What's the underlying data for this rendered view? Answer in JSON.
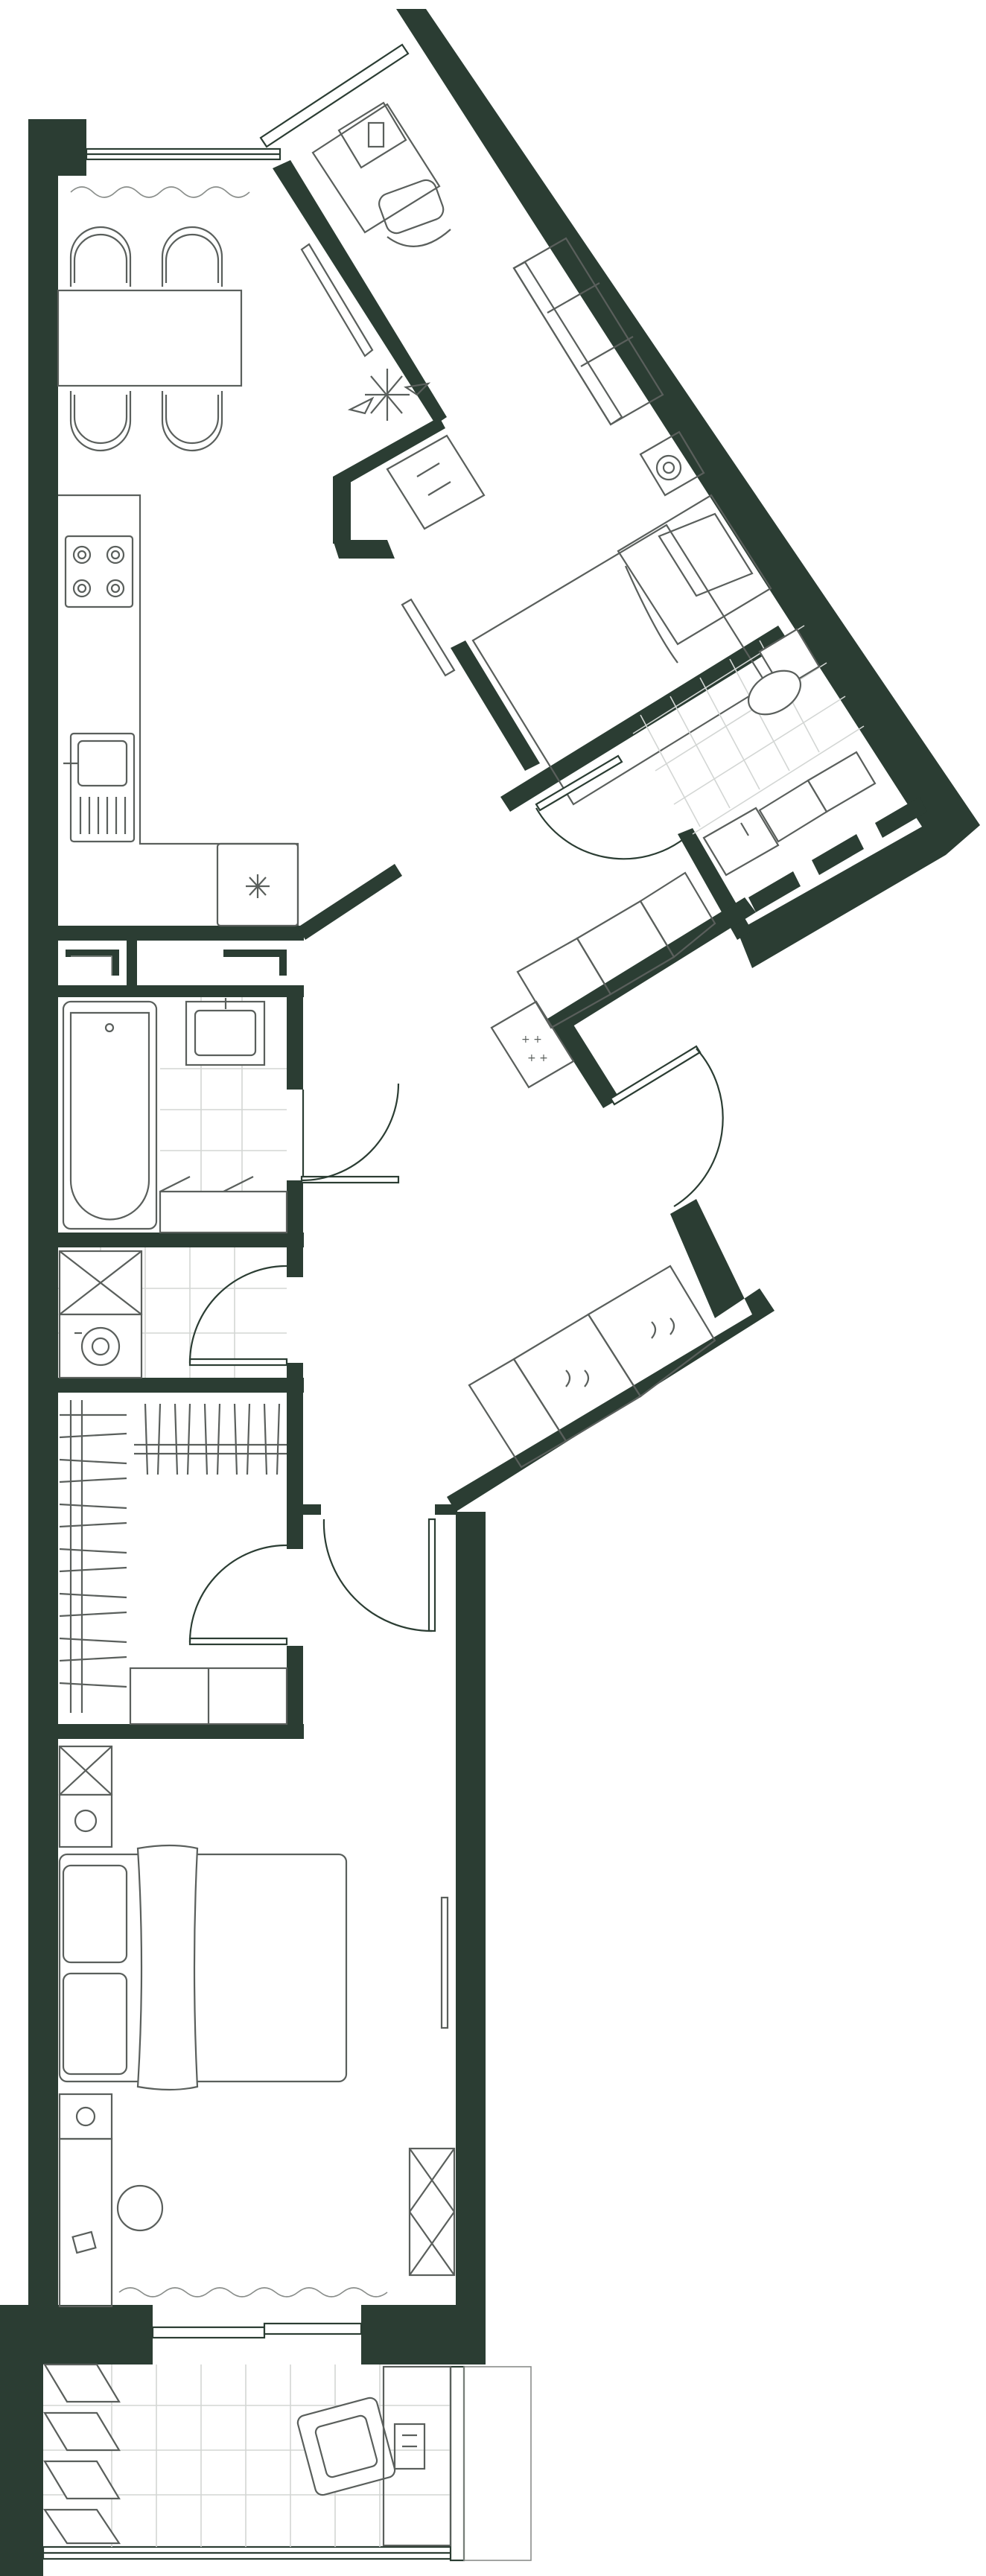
{
  "plan": {
    "colors": {
      "wall": "#2b3d33",
      "furniture_line": "#5a5f5c",
      "tile_line": "#d3d6d4",
      "background": "#ffffff"
    },
    "rooms": [
      "kitchen-dining",
      "living-room",
      "bathroom-large",
      "bathroom-small",
      "laundry",
      "walk-in-closet",
      "hallway",
      "bedroom",
      "balcony"
    ],
    "icons": [
      "dining-table-icon",
      "chair-icon",
      "cooktop-icon",
      "sink-icon",
      "fridge-icon",
      "bathtub-icon",
      "toilet-icon",
      "washing-machine-icon",
      "wardrobe-icon",
      "bed-icon",
      "armchair-icon",
      "desk-icon",
      "plant-icon",
      "radiator-icon",
      "window-icon",
      "door-icon"
    ]
  }
}
